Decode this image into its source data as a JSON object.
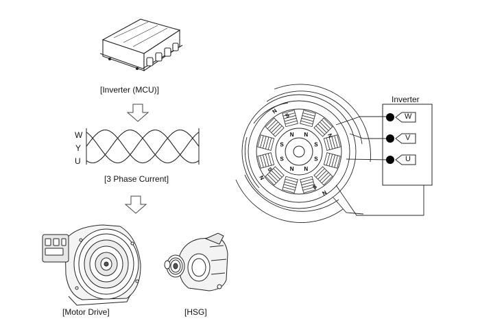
{
  "inverter_mcu_label": "[Inverter (MCU)]",
  "phase_labels": {
    "w": "W",
    "y": "Y",
    "u": "U"
  },
  "three_phase_label": "[3 Phase Current]",
  "motor_drive_label": "[Motor Drive]",
  "hsg_label": "[HSG]",
  "inverter_label": "Inverter",
  "terminals": {
    "w": "W",
    "v": "V",
    "u": "U"
  },
  "poles": {
    "n": "N",
    "s": "S"
  }
}
